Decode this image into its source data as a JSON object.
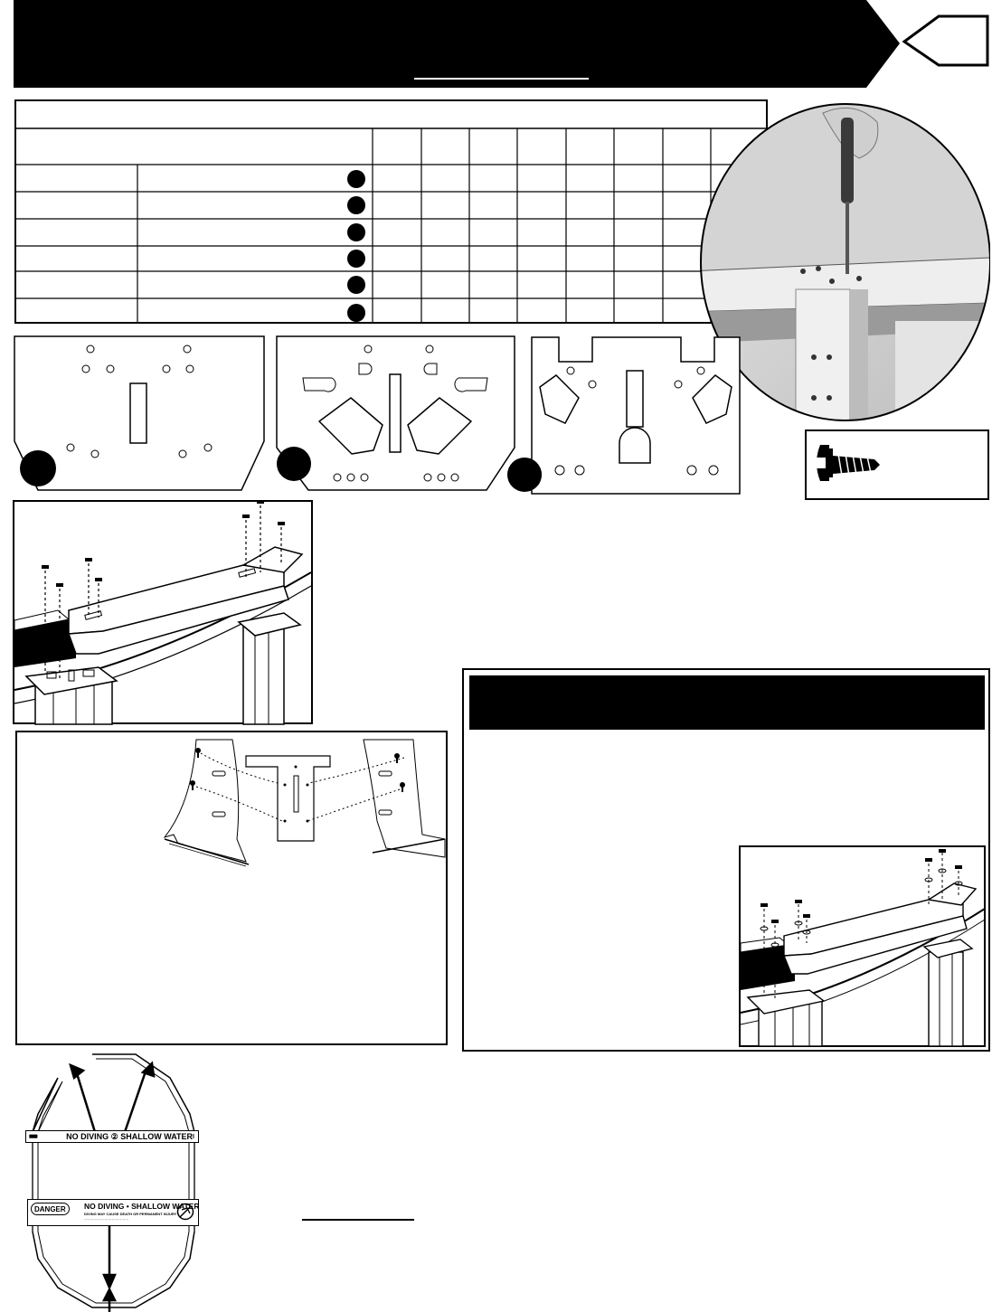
{
  "warning_sign_top": {
    "left_mark": "▮▮▮▮▮",
    "text": "NO DIVING ② SHALLOW WATER",
    "right_mark": "I"
  },
  "warning_sign_bottom": {
    "danger": "DANGER",
    "text": "NO DIVING • SHALLOW WATER",
    "subtext": "DIVING MAY CAUSE DEATH OR PERMANENT INJURY",
    "fineprint": "·····································"
  },
  "colors": {
    "ink": "#000000",
    "paper": "#ffffff",
    "photo_dark": "#2a2a2a",
    "photo_light": "#d8d8d8"
  },
  "icons": [
    "screw-icon",
    "part-marker-icon",
    "arrow-icon",
    "screwdriver-icon"
  ]
}
